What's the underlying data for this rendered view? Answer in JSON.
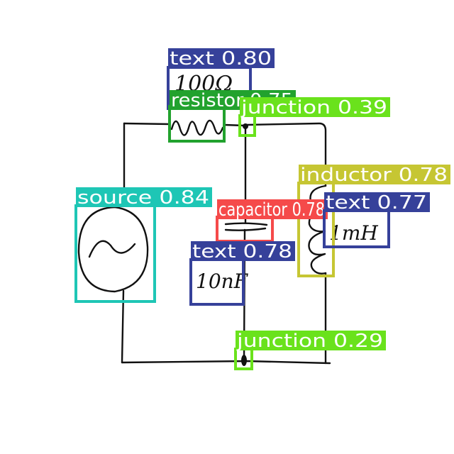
{
  "colors": {
    "text": "#36419A",
    "resistor": "#22A22E",
    "junction": "#6AE21C",
    "source": "#1EC6B5",
    "capacitor": "#F54A4A",
    "inductor": "#C6C633"
  },
  "sketch": {
    "resistor_value": "100Ω",
    "capacitor_value": "10nF",
    "inductor_value": "1mH"
  },
  "detections": [
    {
      "id": "text-resistor-value",
      "class": "text",
      "label": "text 0.80",
      "color": "#36419A"
    },
    {
      "id": "resistor",
      "class": "resistor",
      "label": "resistor 0.75",
      "color": "#22A22E"
    },
    {
      "id": "junction-top",
      "class": "junction",
      "label": "junction 0.39",
      "color": "#6AE21C"
    },
    {
      "id": "inductor",
      "class": "inductor",
      "label": "inductor 0.78",
      "color": "#C6C633"
    },
    {
      "id": "source",
      "class": "source",
      "label": "source 0.84",
      "color": "#1EC6B5"
    },
    {
      "id": "capacitor",
      "class": "capacitor",
      "label": "capacitor 0.78",
      "color": "#F54A4A"
    },
    {
      "id": "text-inductor-value",
      "class": "text",
      "label": "text 0.77",
      "color": "#36419A"
    },
    {
      "id": "text-capacitor-value",
      "class": "text",
      "label": "text 0.78",
      "color": "#36419A"
    },
    {
      "id": "junction-bottom",
      "class": "junction",
      "label": "junction 0.29",
      "color": "#6AE21C"
    }
  ]
}
